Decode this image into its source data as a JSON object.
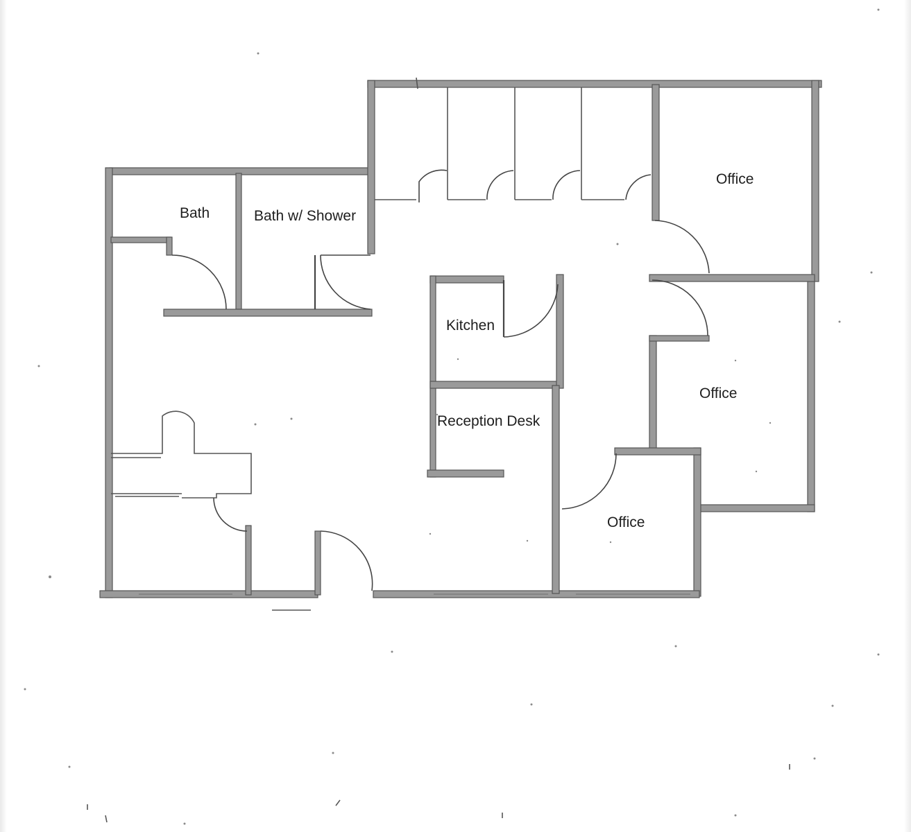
{
  "floor_plan": {
    "rooms": [
      {
        "id": "bath",
        "label": "Bath"
      },
      {
        "id": "bath-shower",
        "label": "Bath w/ Shower"
      },
      {
        "id": "office-ne",
        "label": "Office"
      },
      {
        "id": "kitchen",
        "label": "Kitchen"
      },
      {
        "id": "reception",
        "label": "Reception Desk"
      },
      {
        "id": "office-e",
        "label": "Office"
      },
      {
        "id": "office-s",
        "label": "Office"
      }
    ]
  }
}
